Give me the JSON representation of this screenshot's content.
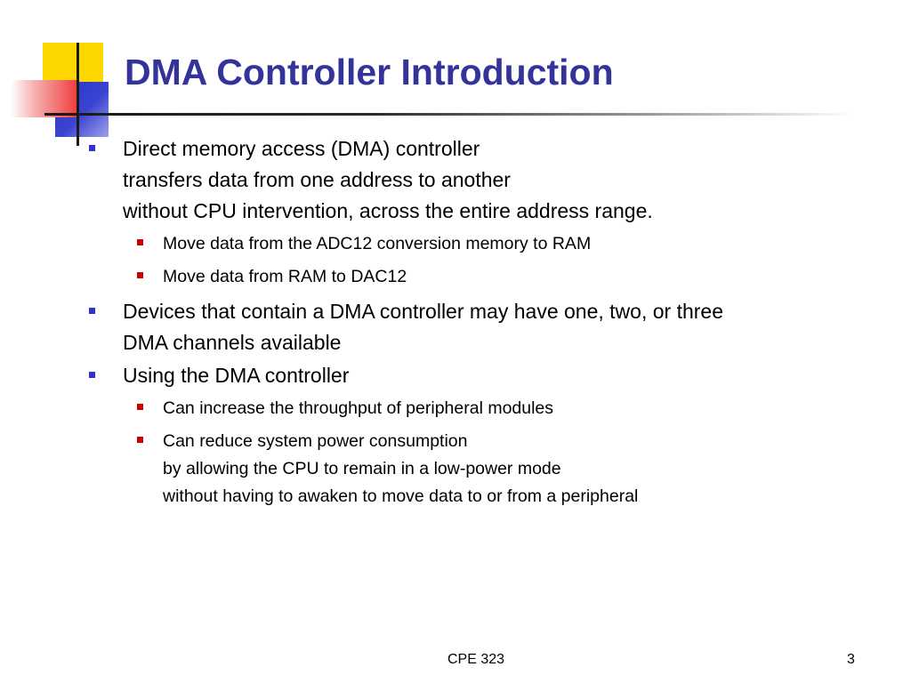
{
  "slide": {
    "title": "DMA Controller Introduction",
    "bullets": [
      {
        "lines": [
          "Direct memory access (DMA) controller",
          "transfers data from one address to another",
          "without CPU intervention, across the entire address range."
        ],
        "subs": [
          {
            "lines": [
              "Move data from the ADC12 conversion memory to RAM"
            ]
          },
          {
            "lines": [
              "Move data from RAM to DAC12"
            ]
          }
        ]
      },
      {
        "lines": [
          "Devices that contain a DMA controller may have one, two, or three",
          "DMA channels available"
        ],
        "subs": []
      },
      {
        "lines": [
          "Using the DMA controller"
        ],
        "subs": [
          {
            "lines": [
              "Can increase the throughput of peripheral modules"
            ]
          },
          {
            "lines": [
              "Can reduce system power consumption",
              "by allowing the CPU to remain in a low-power mode",
              "without having to awaken to move data to or from a peripheral"
            ]
          }
        ]
      }
    ]
  },
  "footer": {
    "course": "CPE 323",
    "page": "3"
  },
  "colors": {
    "title": "#333399",
    "level1_bullet": "#3333cc",
    "level2_bullet": "#cc0000",
    "logo_yellow": "#ffd700",
    "logo_blue": "#2a34c8",
    "logo_red": "#ef4040"
  }
}
